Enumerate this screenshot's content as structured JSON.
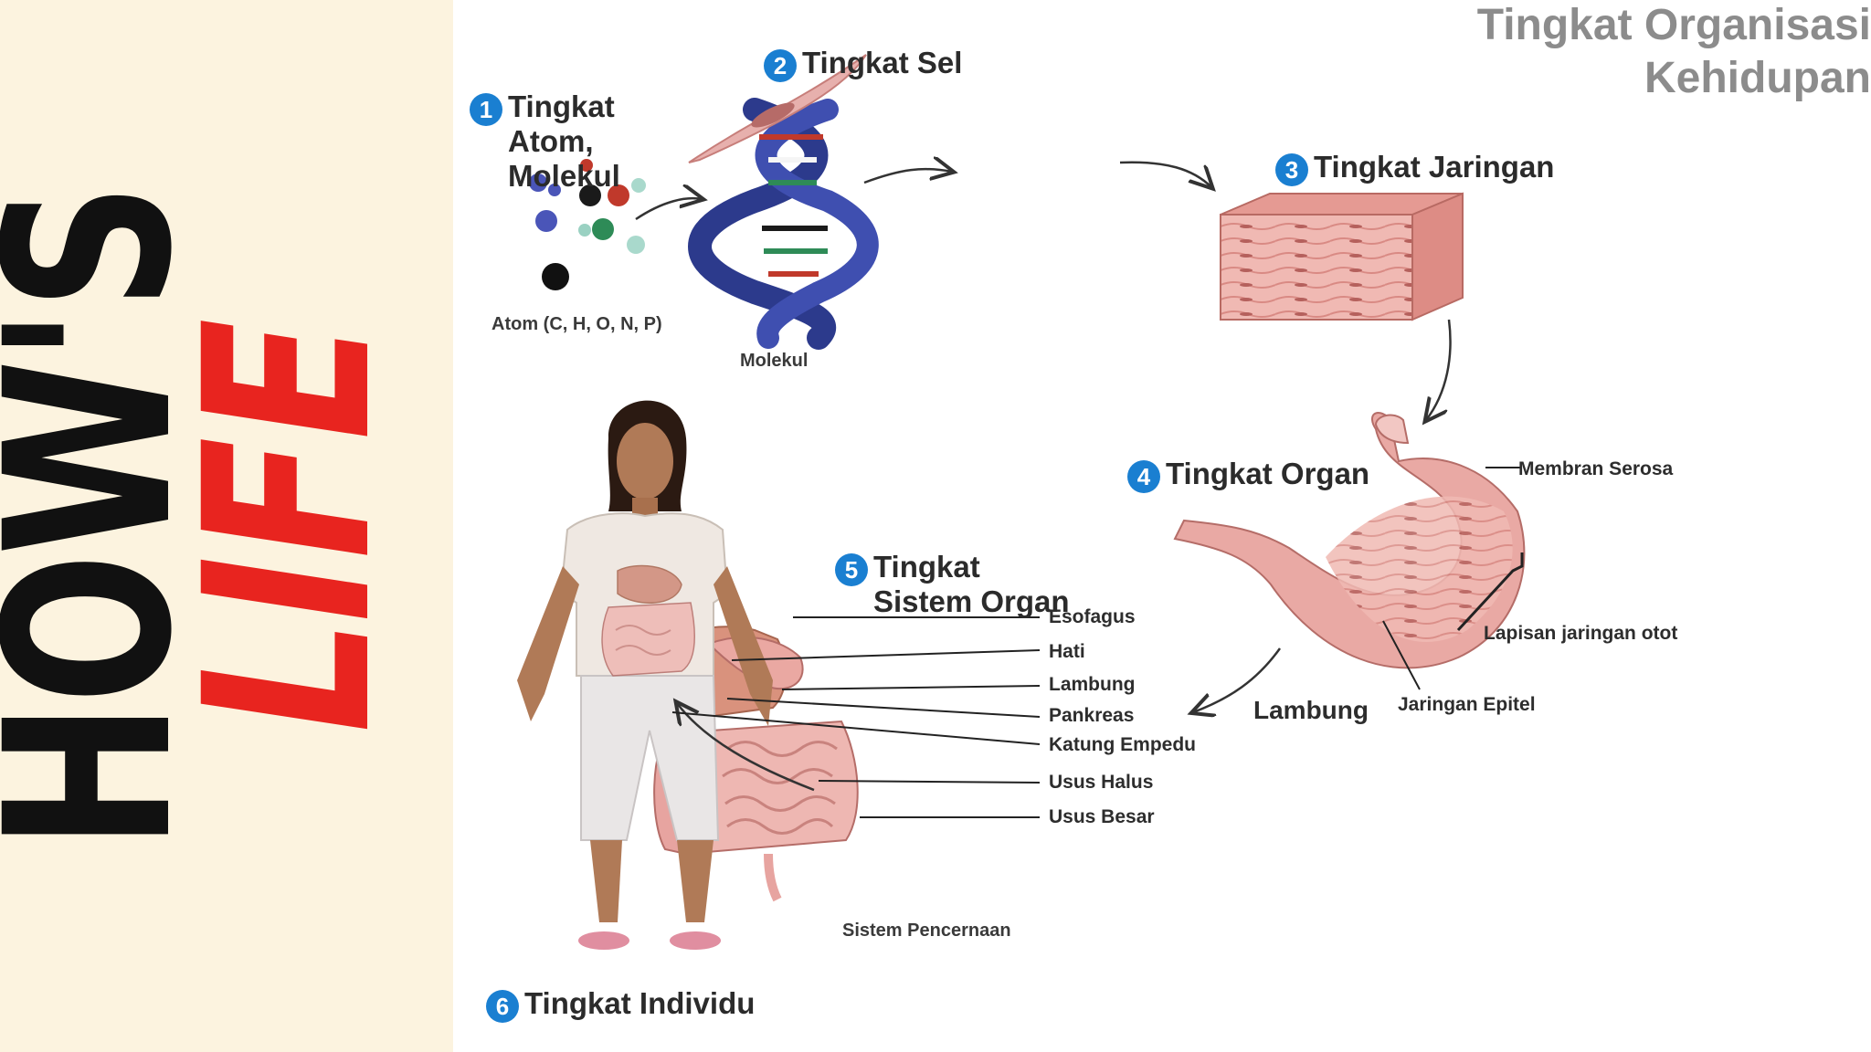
{
  "brand": {
    "line1": "HOW'S",
    "line2": "LIFE"
  },
  "diagram": {
    "title_line1": "Tingkat Organisasi",
    "title_line2": "Kehidupan",
    "steps": [
      {
        "num": "1",
        "label": "Tingkat Atom, Molekul"
      },
      {
        "num": "2",
        "label": "Tingkat Sel"
      },
      {
        "num": "3",
        "label": "Tingkat Jaringan"
      },
      {
        "num": "4",
        "label": "Tingkat Organ"
      },
      {
        "num": "5",
        "label": "Tingkat Sistem Organ"
      },
      {
        "num": "6",
        "label": "Tingkat Individu"
      }
    ],
    "atom_caption": "Atom (C, H, O, N, P)",
    "molecule_caption": "Molekul",
    "stomach_labels": {
      "serosa": "Membran Serosa",
      "muscle": "Lapisan jaringan otot",
      "epithel": "Jaringan Epitel",
      "name": "Lambung"
    },
    "organ_labels": [
      "Esofagus",
      "Hati",
      "Lambung",
      "Pankreas",
      "Katung Empedu",
      "Usus Halus",
      "Usus Besar"
    ],
    "system_caption": "Sistem Pencernaan"
  },
  "colors": {
    "step_badge": "#1a7fd1",
    "brand_dark": "#111111",
    "brand_red": "#e8241f",
    "banner_bg": "#fcf3df"
  }
}
